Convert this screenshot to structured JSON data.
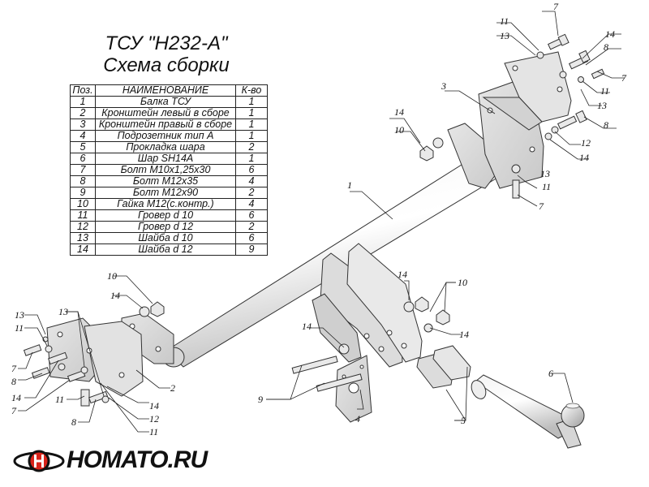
{
  "title": "ТСУ \"Н232-А\"",
  "subtitle": "Схема сборки",
  "table": {
    "headers": [
      "Поз.",
      "НАИМЕНОВАНИЕ",
      "К-во"
    ],
    "rows": [
      [
        "1",
        "Балка ТСУ",
        "1"
      ],
      [
        "2",
        "Кронштейн левый в сборе",
        "1"
      ],
      [
        "3",
        "Кронштейн правый в сборе",
        "1"
      ],
      [
        "4",
        "Подрозетник тип А",
        "1"
      ],
      [
        "5",
        "Прокладка шара",
        "2"
      ],
      [
        "6",
        "Шар SH14A",
        "1"
      ],
      [
        "7",
        "Болт М10х1,25х30",
        "6"
      ],
      [
        "8",
        "Болт М12х35",
        "4"
      ],
      [
        "9",
        "Болт М12х90",
        "2"
      ],
      [
        "10",
        "Гайка М12(с.контр.)",
        "4"
      ],
      [
        "11",
        "Гровер d 10",
        "6"
      ],
      [
        "12",
        "Гровер d 12",
        "2"
      ],
      [
        "13",
        "Шайба d 10",
        "6"
      ],
      [
        "14",
        "Шайба d 12",
        "9"
      ]
    ]
  },
  "callouts": [
    {
      "id": "c-1",
      "text": "1"
    },
    {
      "id": "c-2",
      "text": "2"
    },
    {
      "id": "c-3",
      "text": "3"
    },
    {
      "id": "c-4",
      "text": "4"
    },
    {
      "id": "c-5",
      "text": "5"
    },
    {
      "id": "c-6",
      "text": "6"
    },
    {
      "id": "c-7a",
      "text": "7"
    },
    {
      "id": "c-7b",
      "text": "7"
    },
    {
      "id": "c-7c",
      "text": "7"
    },
    {
      "id": "c-7d",
      "text": "7"
    },
    {
      "id": "c-7e",
      "text": "7"
    },
    {
      "id": "c-8a",
      "text": "8"
    },
    {
      "id": "c-8b",
      "text": "8"
    },
    {
      "id": "c-8c",
      "text": "8"
    },
    {
      "id": "c-8d",
      "text": "8"
    },
    {
      "id": "c-9",
      "text": "9"
    },
    {
      "id": "c-10a",
      "text": "10"
    },
    {
      "id": "c-10b",
      "text": "10"
    },
    {
      "id": "c-10c",
      "text": "10"
    },
    {
      "id": "c-11a",
      "text": "11"
    },
    {
      "id": "c-11b",
      "text": "11"
    },
    {
      "id": "c-11c",
      "text": "11"
    },
    {
      "id": "c-11d",
      "text": "11"
    },
    {
      "id": "c-11e",
      "text": "11"
    },
    {
      "id": "c-11f",
      "text": "11"
    },
    {
      "id": "c-12a",
      "text": "12"
    },
    {
      "id": "c-12b",
      "text": "12"
    },
    {
      "id": "c-13a",
      "text": "13"
    },
    {
      "id": "c-13b",
      "text": "13"
    },
    {
      "id": "c-13c",
      "text": "13"
    },
    {
      "id": "c-13d",
      "text": "13"
    },
    {
      "id": "c-13e",
      "text": "13"
    },
    {
      "id": "c-14a",
      "text": "14"
    },
    {
      "id": "c-14b",
      "text": "14"
    },
    {
      "id": "c-14c",
      "text": "14"
    },
    {
      "id": "c-14d",
      "text": "14"
    },
    {
      "id": "c-14e",
      "text": "14"
    },
    {
      "id": "c-14f",
      "text": "14"
    },
    {
      "id": "c-14g",
      "text": "14"
    },
    {
      "id": "c-14h",
      "text": "14"
    },
    {
      "id": "c-14i",
      "text": "14"
    }
  ],
  "logo": {
    "text": "HOMATO.RU",
    "icon": "homato-logo-icon",
    "accent": "#d9241b"
  }
}
